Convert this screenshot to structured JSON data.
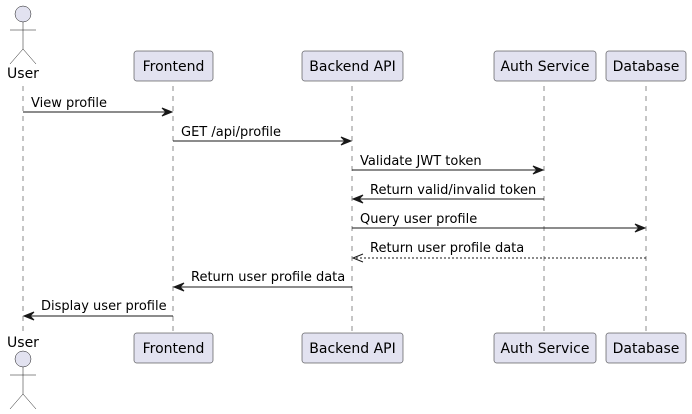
{
  "participants": {
    "user": {
      "label": "User"
    },
    "frontend": {
      "label": "Frontend"
    },
    "backend": {
      "label": "Backend API"
    },
    "auth": {
      "label": "Auth Service"
    },
    "database": {
      "label": "Database"
    }
  },
  "messages": [
    {
      "from": "user",
      "to": "frontend",
      "label": "View profile",
      "style": "solid"
    },
    {
      "from": "frontend",
      "to": "backend",
      "label": "GET /api/profile",
      "style": "solid"
    },
    {
      "from": "backend",
      "to": "auth",
      "label": "Validate JWT token",
      "style": "solid"
    },
    {
      "from": "auth",
      "to": "backend",
      "label": "Return valid/invalid token",
      "style": "solid"
    },
    {
      "from": "backend",
      "to": "database",
      "label": "Query user profile",
      "style": "solid"
    },
    {
      "from": "database",
      "to": "backend",
      "label": "Return user profile data",
      "style": "dashed"
    },
    {
      "from": "backend",
      "to": "frontend",
      "label": "Return user profile data",
      "style": "solid"
    },
    {
      "from": "frontend",
      "to": "user",
      "label": "Display user profile",
      "style": "solid"
    }
  ],
  "colors": {
    "participant_fill": "#E2E2F0",
    "stroke": "#181818",
    "background": "#FFFFFF"
  }
}
